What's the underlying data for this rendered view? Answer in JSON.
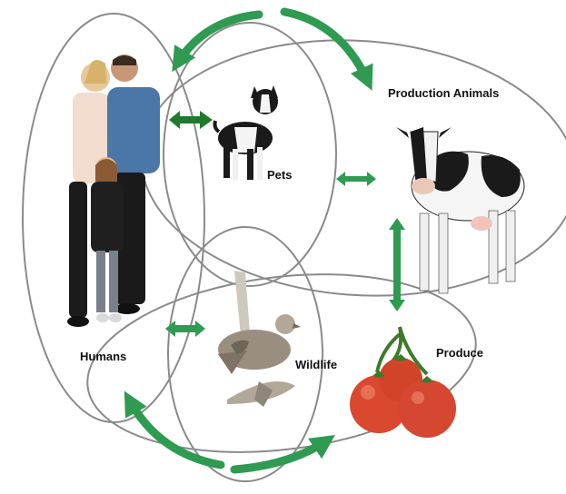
{
  "labels": {
    "humans": "Humans",
    "pets": "Pets",
    "production_animals": "Production Animals",
    "wildlife": "Wildlife",
    "produce": "Produce"
  },
  "colors": {
    "ellipse_stroke": "#8a8a8a",
    "arrow_green": "#2e9a52",
    "arrow_dark_green": "#1f7a2e"
  },
  "icons": [
    "humans-family-icon",
    "pet-dog-icon",
    "dairy-cow-icon",
    "wildlife-bird-icon",
    "produce-tomatoes-icon"
  ]
}
